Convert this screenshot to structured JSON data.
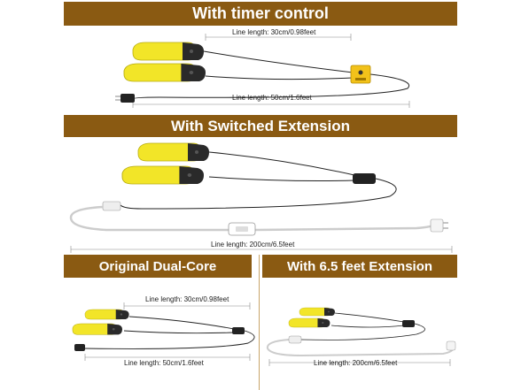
{
  "sections": {
    "timer": {
      "title": "With timer control",
      "line_short": "Line length: 30cm/0.98feet",
      "line_long": "Line length: 50cm/1.6feet"
    },
    "switched": {
      "title": "With Switched Extension",
      "line": "Line length: 200cm/6.5feet"
    },
    "original": {
      "title": "Original Dual-Core",
      "line_short": "Line length: 30cm/0.98feet",
      "line_long": "Line length: 50cm/1.6feet"
    },
    "extension": {
      "title": "With 6.5 feet Extension",
      "line": "Line length: 200cm/6.5feet"
    }
  },
  "colors": {
    "banner": "#8a5a12",
    "dryer": "#f2e528",
    "dryer_dark": "#2a2a2a",
    "timer_box": "#f2c21a"
  }
}
